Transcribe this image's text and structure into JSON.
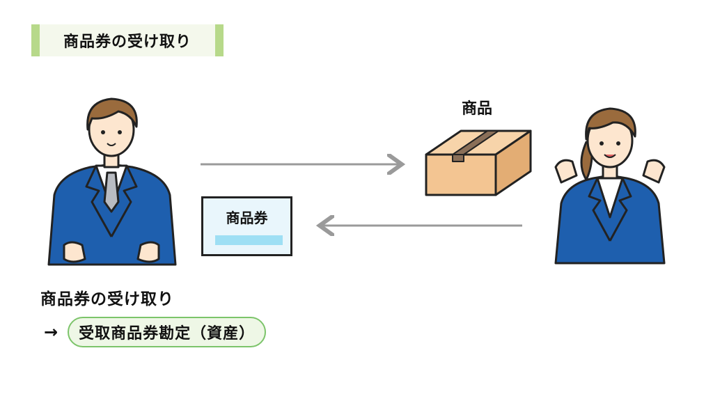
{
  "title": "商品券の受け取り",
  "goods_label": "商品",
  "ticket_label": "商品券",
  "caption": "商品券の受け取り",
  "answer": {
    "arrow": "→",
    "text": "受取商品券勘定（資産）"
  },
  "colors": {
    "title_accent": "#b7d98a",
    "pill_border": "#7cc46a",
    "suit": "#1e5fae",
    "box": "#f3c592",
    "arrow": "#9a9a9a"
  }
}
